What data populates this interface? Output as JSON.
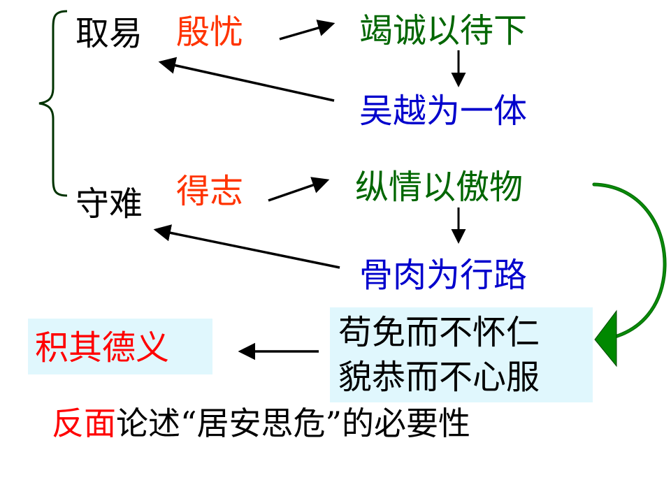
{
  "diagram": {
    "left_labels": {
      "top": "取易",
      "bottom": "守难"
    },
    "cause_labels": {
      "top": "殷忧",
      "bottom": "得志"
    },
    "top_branch": {
      "result": "竭诚以待下",
      "consequence": "吴越为一体"
    },
    "bottom_branch": {
      "result": "纵情以傲物",
      "consequence": "骨肉为行路"
    },
    "outcome_box": {
      "line1": "苟免而不怀仁",
      "line2": "貌恭而不心服"
    },
    "remedy_box": {
      "text": "积其德义"
    },
    "conclusion": {
      "highlight": "反面",
      "text": "论述“居安思危”的必要性"
    },
    "colors": {
      "black": "#000000",
      "orange": "#ff3300",
      "green": "#006600",
      "blue": "#0000cc",
      "red": "#ff0000",
      "box_bg": "#e0f7fd",
      "brace": "#003300",
      "curved_arrow": "#008800"
    }
  }
}
